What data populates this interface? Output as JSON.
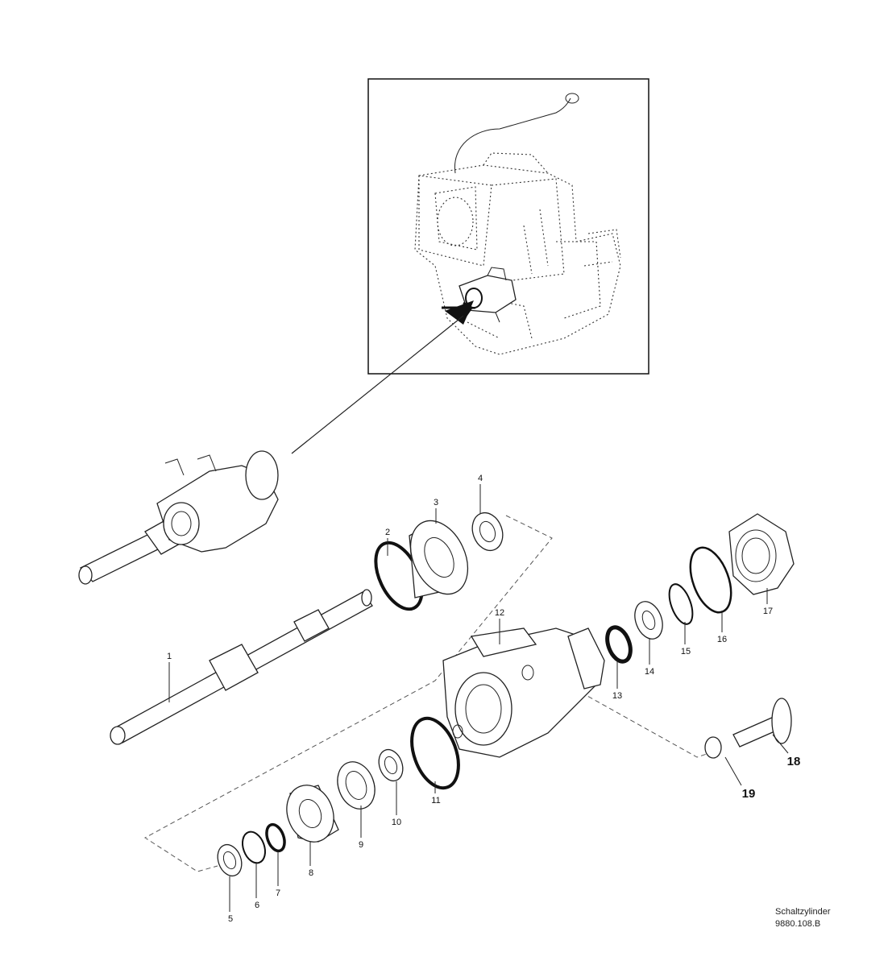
{
  "caption": {
    "name": "Schaltzylinder",
    "code": "9880.108.B"
  },
  "callouts": [
    {
      "id": "1",
      "label": "1"
    },
    {
      "id": "2",
      "label": "2"
    },
    {
      "id": "3",
      "label": "3"
    },
    {
      "id": "4",
      "label": "4"
    },
    {
      "id": "5",
      "label": "5"
    },
    {
      "id": "6",
      "label": "6"
    },
    {
      "id": "7",
      "label": "7"
    },
    {
      "id": "8",
      "label": "8"
    },
    {
      "id": "9",
      "label": "9"
    },
    {
      "id": "10",
      "label": "10"
    },
    {
      "id": "11",
      "label": "11"
    },
    {
      "id": "12",
      "label": "12"
    },
    {
      "id": "13",
      "label": "13"
    },
    {
      "id": "14",
      "label": "14"
    },
    {
      "id": "15",
      "label": "15"
    },
    {
      "id": "16",
      "label": "16"
    },
    {
      "id": "17",
      "label": "17"
    },
    {
      "id": "18",
      "label": "18"
    },
    {
      "id": "19",
      "label": "19"
    }
  ]
}
